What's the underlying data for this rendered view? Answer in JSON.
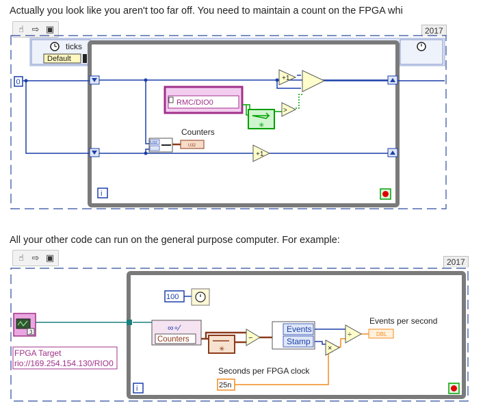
{
  "text": {
    "para1": "Actually you look like you aren't too far off. You need to maintain a count on the FPGA whi",
    "para2": "All your other code can run on the general purpose computer. For example:"
  },
  "snippet1": {
    "version": "2017",
    "ticks_label": "ticks",
    "default_label": "Default",
    "const_zero": "0",
    "io_label": "RMC/DIO0",
    "counters_label": "Counters",
    "cluster_type": "U32",
    "indicator_type": "U32",
    "inc_label": "+1",
    "loop_index": "i"
  },
  "snippet2": {
    "version": "2017",
    "wait_ms": "100",
    "counters_label": "Counters",
    "events_label": "Events",
    "stamp_label": "Stamp",
    "events_per_second": "Events per second",
    "dbl_label": "DBL",
    "seconds_per_clock": "Seconds per FPGA clock",
    "clock_value": "25n",
    "fpga_target_label": "FPGA Target",
    "fpga_target_path": "rio://169.254.154.130/RIO0",
    "ref_num": "3",
    "loop_index": "i"
  },
  "colors": {
    "wire_blue": "#1a3fa8",
    "wire_orange": "#f08c1e",
    "wire_green": "#00a000",
    "wire_teal": "#1a7f7f",
    "loop_frame": "#7a7a7a",
    "snippet_border": "#2b4a9e",
    "cluster_brown": "#8b3a1a",
    "io_magenta": "#a0308a",
    "stop_red": "#e00000"
  }
}
